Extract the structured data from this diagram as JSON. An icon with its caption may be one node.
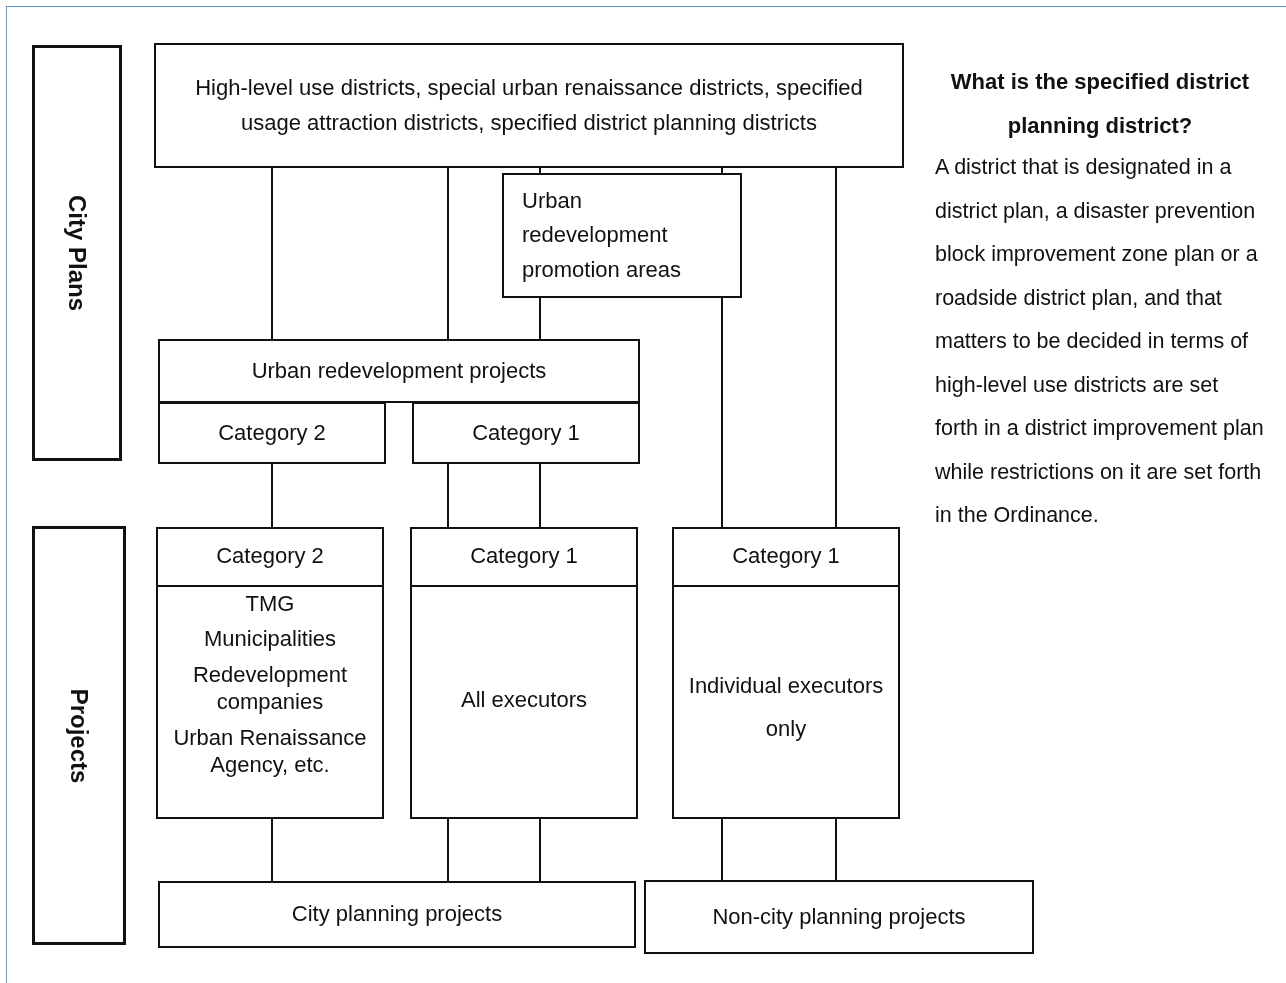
{
  "diagram": {
    "nodes": [
      {
        "text": [
          "City Plans"
        ]
      },
      {
        "text": [
          "Projects"
        ]
      },
      {
        "text": [
          "High-level use districts, special urban renaissance districts, specified usage attraction districts, specified district planning districts"
        ]
      },
      {
        "text": [
          "Urban redevelopment promotion areas"
        ]
      },
      {
        "text": [
          "Urban redevelopment projects"
        ]
      },
      {
        "text": [
          "Category 2"
        ]
      },
      {
        "text": [
          "Category 1"
        ]
      },
      {
        "text": [
          "Category 2",
          "TMG",
          "Municipalities",
          "Redevelopment companies",
          "Urban Renaissance Agency, etc."
        ]
      },
      {
        "text": [
          "Category 1",
          "All executors"
        ]
      },
      {
        "text": [
          "Category 1",
          "Individual executors only"
        ]
      },
      {
        "text": [
          "City planning projects"
        ]
      },
      {
        "text": [
          "Non-city planning projects"
        ]
      }
    ],
    "edges": [
      {
        "from": 2,
        "to": 4,
        "arrow": "none"
      },
      {
        "from": 2,
        "to": 4,
        "arrow": "none"
      },
      {
        "from": 2,
        "to": 3,
        "arrow": "none"
      },
      {
        "from": 2,
        "to": 3,
        "arrow": "none"
      },
      {
        "from": 3,
        "to": 4,
        "arrow": "none"
      },
      {
        "from": 3,
        "to": 9,
        "arrow": "none"
      },
      {
        "from": 2,
        "to": 9,
        "arrow": "none"
      },
      {
        "from": 5,
        "to": 7,
        "arrow": "none"
      },
      {
        "from": 6,
        "to": 8,
        "arrow": "none"
      },
      {
        "from": 6,
        "to": 8,
        "arrow": "none"
      },
      {
        "from": 7,
        "to": 10,
        "arrow": "none"
      },
      {
        "from": 8,
        "to": 10,
        "arrow": "none"
      },
      {
        "from": 8,
        "to": 10,
        "arrow": "none"
      },
      {
        "from": 9,
        "to": 11,
        "arrow": "none"
      },
      {
        "from": 9,
        "to": 11,
        "arrow": "none"
      }
    ],
    "labels": [
      "What is the specified district planning district?",
      "A district that is designated in a district plan, a disaster prevention block improvement zone plan or a roadside district plan, and that matters to be decided in terms of high-level use districts are set forth in a district improvement plan while restrictions on it are set forth in the Ordinance."
    ]
  }
}
